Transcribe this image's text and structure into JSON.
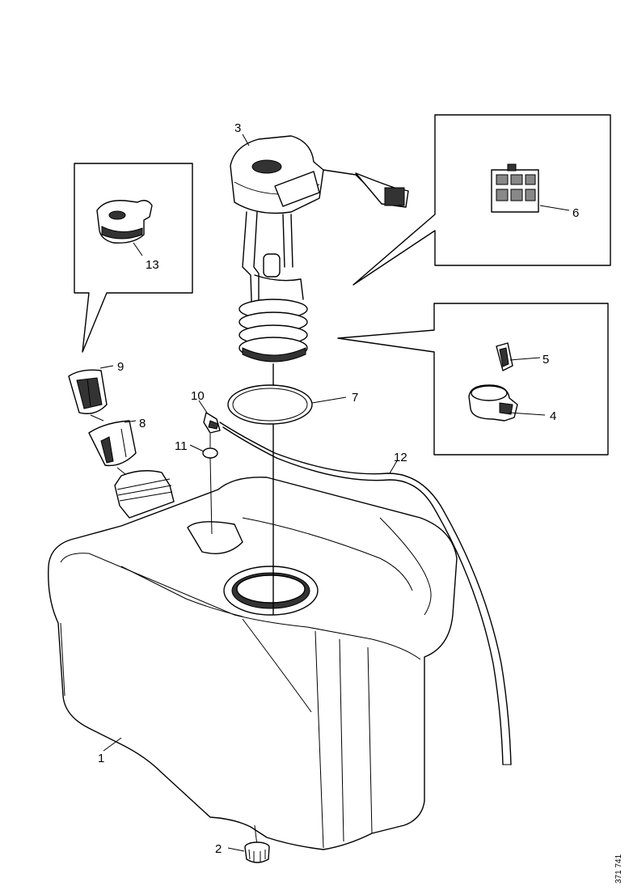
{
  "diagram": {
    "callouts": {
      "c1": "1",
      "c2": "2",
      "c3": "3",
      "c4": "4",
      "c5": "5",
      "c6": "6",
      "c7": "7",
      "c8": "8",
      "c9": "9",
      "c10": "10",
      "c11": "11",
      "c12": "12",
      "c13": "13"
    },
    "figure_number": "371 741"
  },
  "colors": {
    "line": "#000000",
    "background": "#ffffff"
  }
}
